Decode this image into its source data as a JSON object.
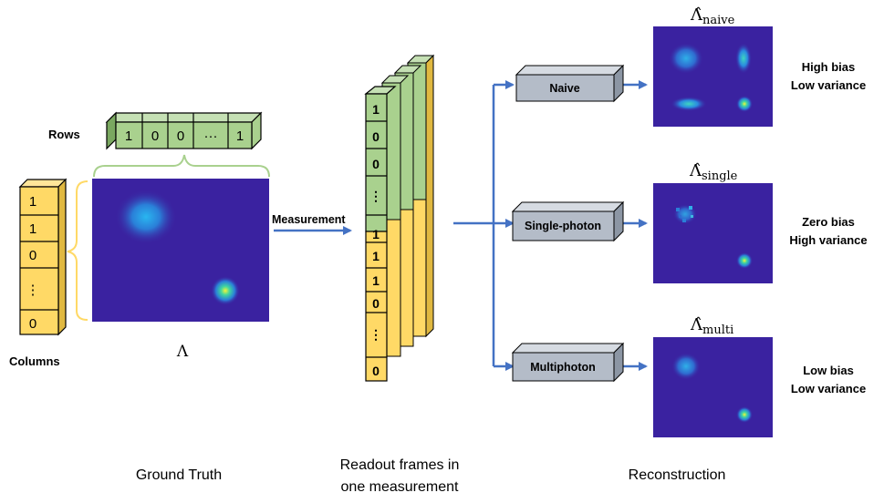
{
  "rows_label": "Rows",
  "columns_label": "Columns",
  "row_vector": [
    "1",
    "0",
    "0",
    "···",
    "1"
  ],
  "column_vector": [
    "1",
    "1",
    "0",
    "⋮",
    "0"
  ],
  "ground_truth_symbol": "Λ",
  "measurement_label": "Measurement",
  "readout_vector": [
    "1",
    "0",
    "0",
    "⋮",
    "1",
    "1",
    "1",
    "0",
    "⋮",
    "0"
  ],
  "sections": {
    "ground_truth": "Ground Truth",
    "readout_line1": "Readout frames in",
    "readout_line2": "one measurement",
    "reconstruction": "Reconstruction"
  },
  "methods": [
    {
      "name": "Naive",
      "estimate_symbol": "Λ̂",
      "estimate_subscript": "naive",
      "bias": "High bias",
      "variance": "Low variance"
    },
    {
      "name": "Single-photon",
      "estimate_symbol": "Λ̂",
      "estimate_subscript": "single",
      "bias": "Zero bias",
      "variance": "High variance"
    },
    {
      "name": "Multiphoton",
      "estimate_symbol": "Λ̂",
      "estimate_subscript": "multi",
      "bias": "Low bias",
      "variance": "Low variance"
    }
  ],
  "colors": {
    "heatmap_background": "#3a22a0",
    "green_cell": "#a9d18e",
    "yellow_cell": "#ffd966",
    "bracket_green": "#a9d18e",
    "bracket_yellow": "#ffd966",
    "arrow_blue": "#4472c4",
    "method_box": "#b4bcc8"
  }
}
